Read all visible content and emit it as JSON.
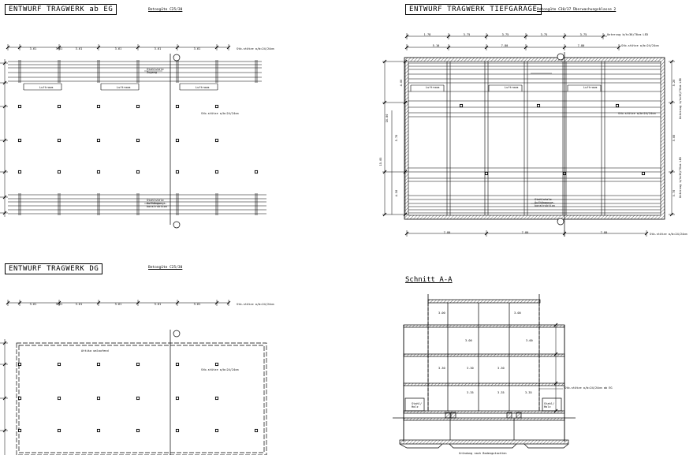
{
  "eg": {
    "title": "ENTWURF TRAGWERK ab EG",
    "concrete": "Betongüte C25/30",
    "dim_span": "3.61",
    "stb_stuetze": "Stb.stütze a/b=24/24cm",
    "lufttraum": "Luftraum",
    "stahlstele_1": "Stahlstele",
    "stahlstele_2": "Zugang",
    "stahl_bottom_1": "Stahlstele",
    "stahl_bottom_2": "Aufhängungs-",
    "stahl_bottom_3": "konstruktion"
  },
  "tg": {
    "title": "ENTWURF TRAGWERK TIEFGARAGE",
    "concrete": "Betongüte C30/37 Überwachungsklasse 2",
    "dim_top_1": "1.78",
    "dim_top_2": "3.75",
    "dim_top_3": "3.75",
    "dim_top_4": "3.75",
    "dim_top_5": "3.75",
    "dim_row2_1": "5.10",
    "dim_row2_2": "7.80",
    "dim_row2_3": "7.80",
    "dim_bottom": "7.80",
    "unterzug_top": "Unterzug b/h=36/70cm LED",
    "stb_stuetze": "Stb.stütze a/b=24/24cm",
    "stb_stuetze_bottom": "Stb.stütze a/b=24/24cm",
    "lufttraum": "Luftraum",
    "side_left_1": "4.00",
    "side_left_2": "10.80",
    "side_left_3": "5.70",
    "side_left_4": "4.50",
    "side_total": "15.05",
    "side_right_1": "Unterzug b/h=36/70cm LED",
    "side_right_2": "Unterzug b/h=36/70cm LED",
    "side_right_dim_1": "5.20",
    "side_right_dim_2": "5.00",
    "side_right_dim_3": "5.70",
    "stahl_1": "Stahlstele",
    "stahl_2": "Aufhängungs-",
    "stahl_3": "konstruktion"
  },
  "dg": {
    "title": "ENTWURF TRAGWERK DG",
    "concrete": "Betongüte C25/30",
    "dim_span": "3.61",
    "stb_stuetze": "Stb.stütze a/b=24/24cm",
    "attika": "Attika umlaufend"
  },
  "schnitt": {
    "title": "Schnitt A-A",
    "stb_label": "Stb.stütze a/b=24/24cm ab EG",
    "stahl_1": "Stahl/",
    "stahl_2": "Holz",
    "bottom_note": "Gründung nach Bodengutachten",
    "h1": "3.00",
    "h2": "3.00",
    "h3": "3.00",
    "h4": "3.00",
    "w1": "3.30",
    "w2": "3.30",
    "w3": "3.30",
    "w4": "3.35",
    "w5": "3.35",
    "w6": "3.35"
  }
}
